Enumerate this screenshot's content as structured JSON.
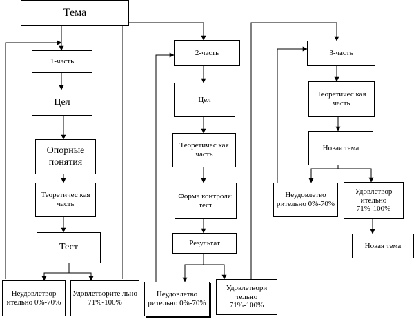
{
  "colors": {
    "line": "#000000",
    "background": "#ffffff"
  },
  "diagram": {
    "root": {
      "label": "Тема"
    },
    "part1": {
      "title": "1-часть",
      "goal": "Цел",
      "concepts": "Опорные понятия",
      "theory": "Теоретичес кая часть",
      "test": "Тест",
      "fail": "Неудовлетвор ительно 0%-70%",
      "pass": "Удовлетворите льно 71%-100%"
    },
    "part2": {
      "title": "2-часть",
      "goal": "Цел",
      "theory": "Теоретичес кая часть",
      "control": "Форма контроля: тест",
      "result": "Результат",
      "fail": "Неудовлетво рительно 0%-70%",
      "pass": "Удовлетвори тельно 71%-100%"
    },
    "part3": {
      "title": "3-часть",
      "theory": "Теоретичес кая часть",
      "new_topic": "Новая тема",
      "fail": "Неудовлетво рительно 0%-70%",
      "pass": "Удовлетвор ительно 71%-100%",
      "next_topic": "Новая тема"
    }
  }
}
